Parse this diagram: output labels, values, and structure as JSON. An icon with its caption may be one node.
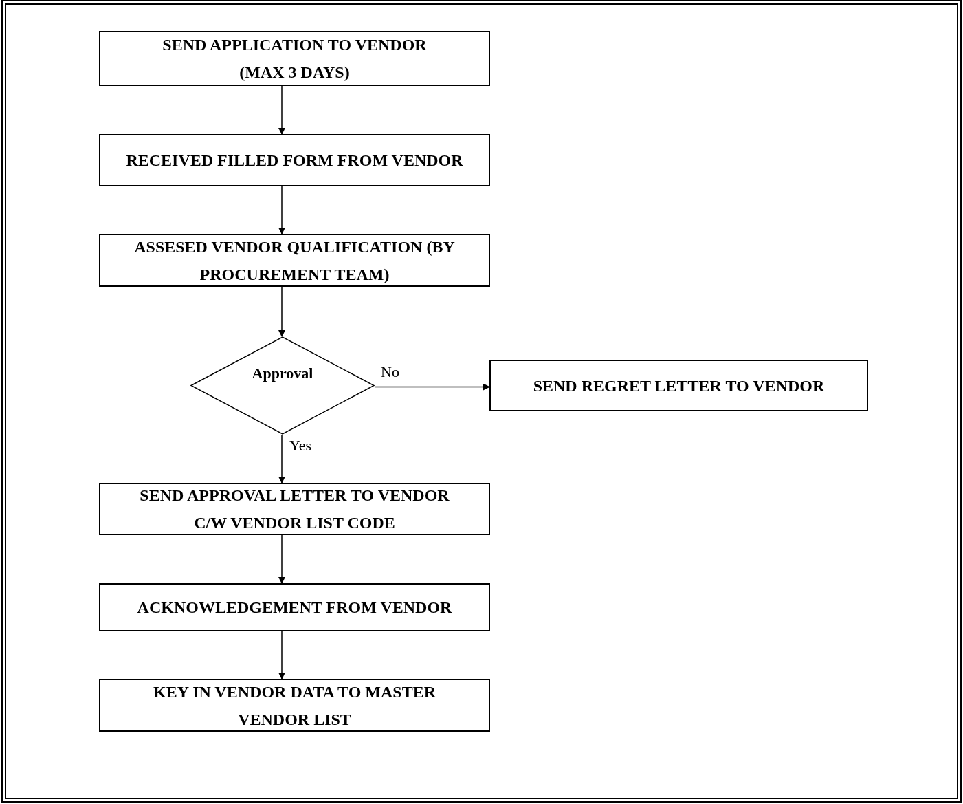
{
  "diagram": {
    "nodes": [
      {
        "text": [
          "SEND APPLICATION TO VENDOR (MAX 3 DAYS)"
        ]
      },
      {
        "text": [
          "RECEIVED FILLED FORM FROM VENDOR"
        ]
      },
      {
        "text": [
          "ASSESED VENDOR QUALIFICATION (BY PROCUREMENT TEAM)"
        ]
      },
      {
        "text": [
          "Approval"
        ]
      },
      {
        "text": [
          "SEND REGRET LETTER TO VENDOR"
        ]
      },
      {
        "text": [
          "SEND APPROVAL LETTER TO VENDOR C/W VENDOR LIST CODE"
        ]
      },
      {
        "text": [
          "ACKNOWLEDGEMENT FROM VENDOR"
        ]
      },
      {
        "text": [
          "KEY IN VENDOR DATA TO MASTER VENDOR LIST"
        ]
      }
    ],
    "edges": [
      {
        "from": 0,
        "to": 1,
        "arrow": "to"
      },
      {
        "from": 1,
        "to": 2,
        "arrow": "to"
      },
      {
        "from": 2,
        "to": 3,
        "arrow": "to"
      },
      {
        "from": 3,
        "to": 4,
        "arrow": "to",
        "label": "No"
      },
      {
        "from": 3,
        "to": 5,
        "arrow": "to",
        "label": "Yes"
      },
      {
        "from": 5,
        "to": 6,
        "arrow": "to"
      },
      {
        "from": 6,
        "to": 7,
        "arrow": "to"
      }
    ]
  }
}
